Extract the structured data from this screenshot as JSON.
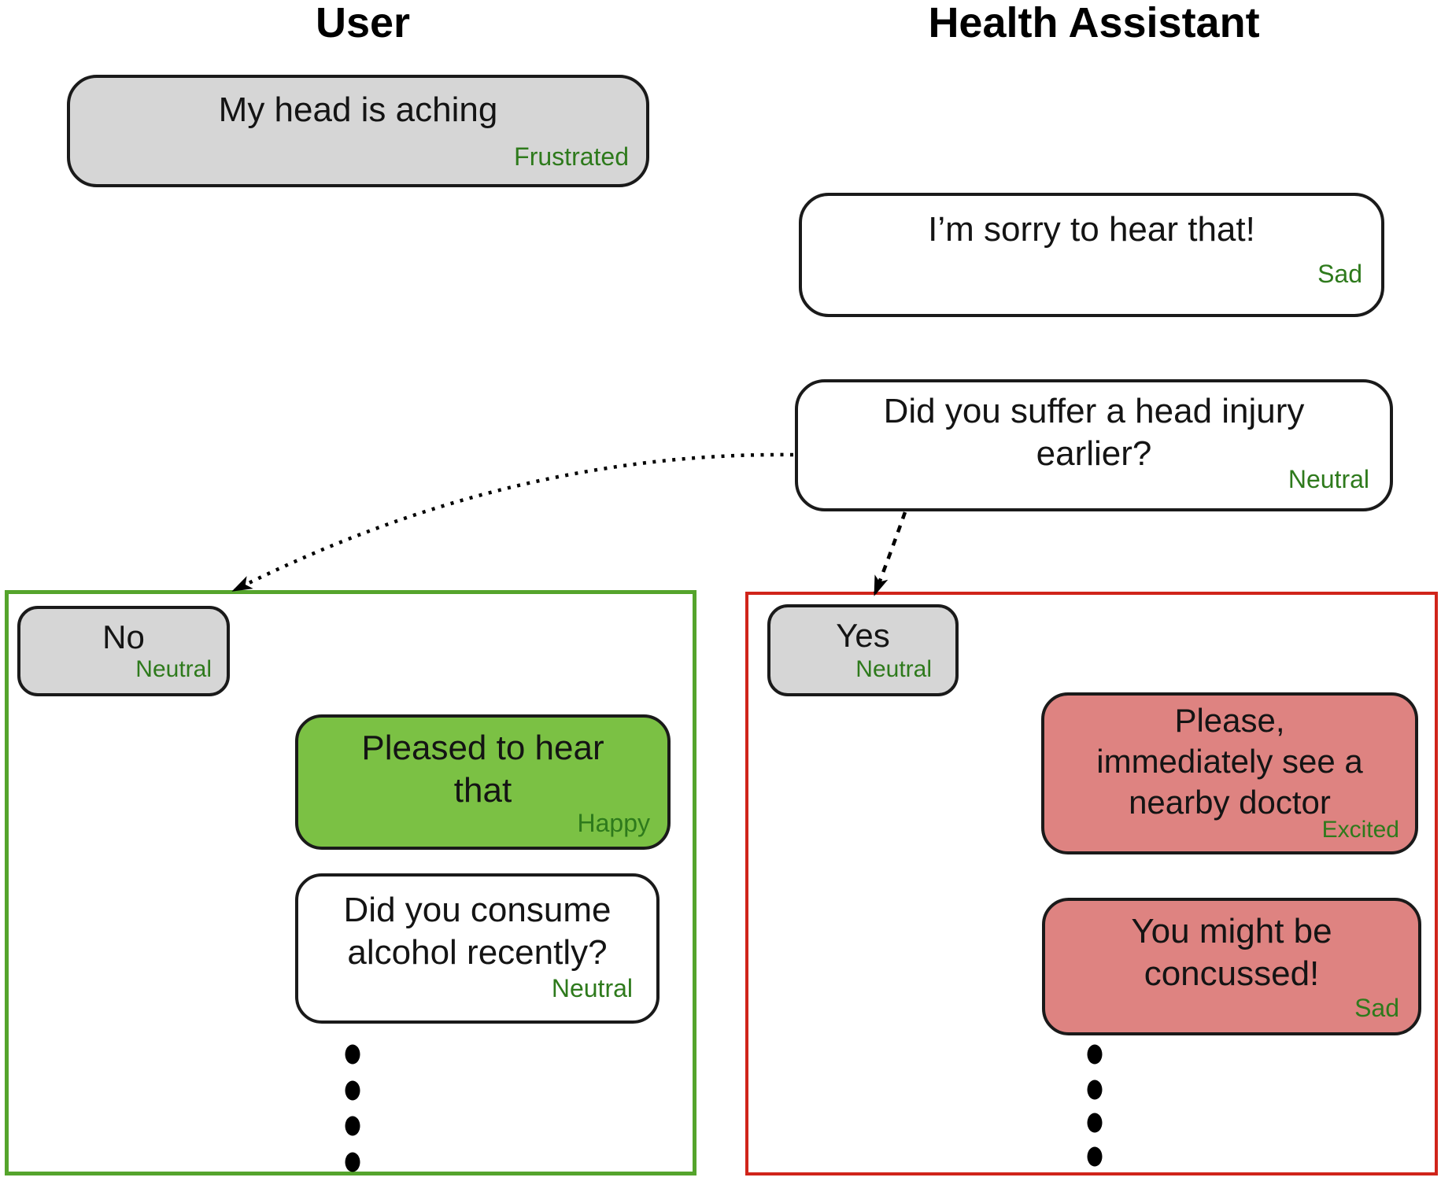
{
  "titles": {
    "user": "User",
    "assistant": "Health Assistant"
  },
  "colors": {
    "user_bubble_fill": "#d6d6d6",
    "assistant_bubble_fill": "#ffffff",
    "positive_bubble_fill": "#7bc144",
    "alert_bubble_fill": "#de8381",
    "bubble_outline": "#1a1a1a",
    "emotion_label": "#2e7a1c",
    "no_branch_border": "#55a42c",
    "yes_branch_border": "#d0241a",
    "arrow": "#000000"
  },
  "main_thread": {
    "user_message": {
      "lines": [
        "My head is aching"
      ],
      "emotion": "Frustrated"
    },
    "assistant_message_1": {
      "lines": [
        "I’m sorry to hear that!"
      ],
      "emotion": "Sad"
    },
    "assistant_message_2": {
      "lines": [
        "Did you suffer a head injury",
        "earlier?"
      ],
      "emotion": "Neutral"
    }
  },
  "no_branch": {
    "user_answer": {
      "lines": [
        "No"
      ],
      "emotion": "Neutral"
    },
    "assistant_message_1": {
      "lines": [
        "Pleased to hear",
        "that"
      ],
      "emotion": "Happy"
    },
    "assistant_message_2": {
      "lines": [
        "Did you consume",
        "alcohol recently?"
      ],
      "emotion": "Neutral"
    },
    "continuation_dots": 4
  },
  "yes_branch": {
    "user_answer": {
      "lines": [
        "Yes"
      ],
      "emotion": "Neutral"
    },
    "assistant_message_1": {
      "lines": [
        "Please,",
        "immediately see a",
        "nearby doctor"
      ],
      "emotion": "Excited"
    },
    "assistant_message_2": {
      "lines": [
        "You might be",
        "concussed!"
      ],
      "emotion": "Sad"
    },
    "continuation_dots": 4
  }
}
